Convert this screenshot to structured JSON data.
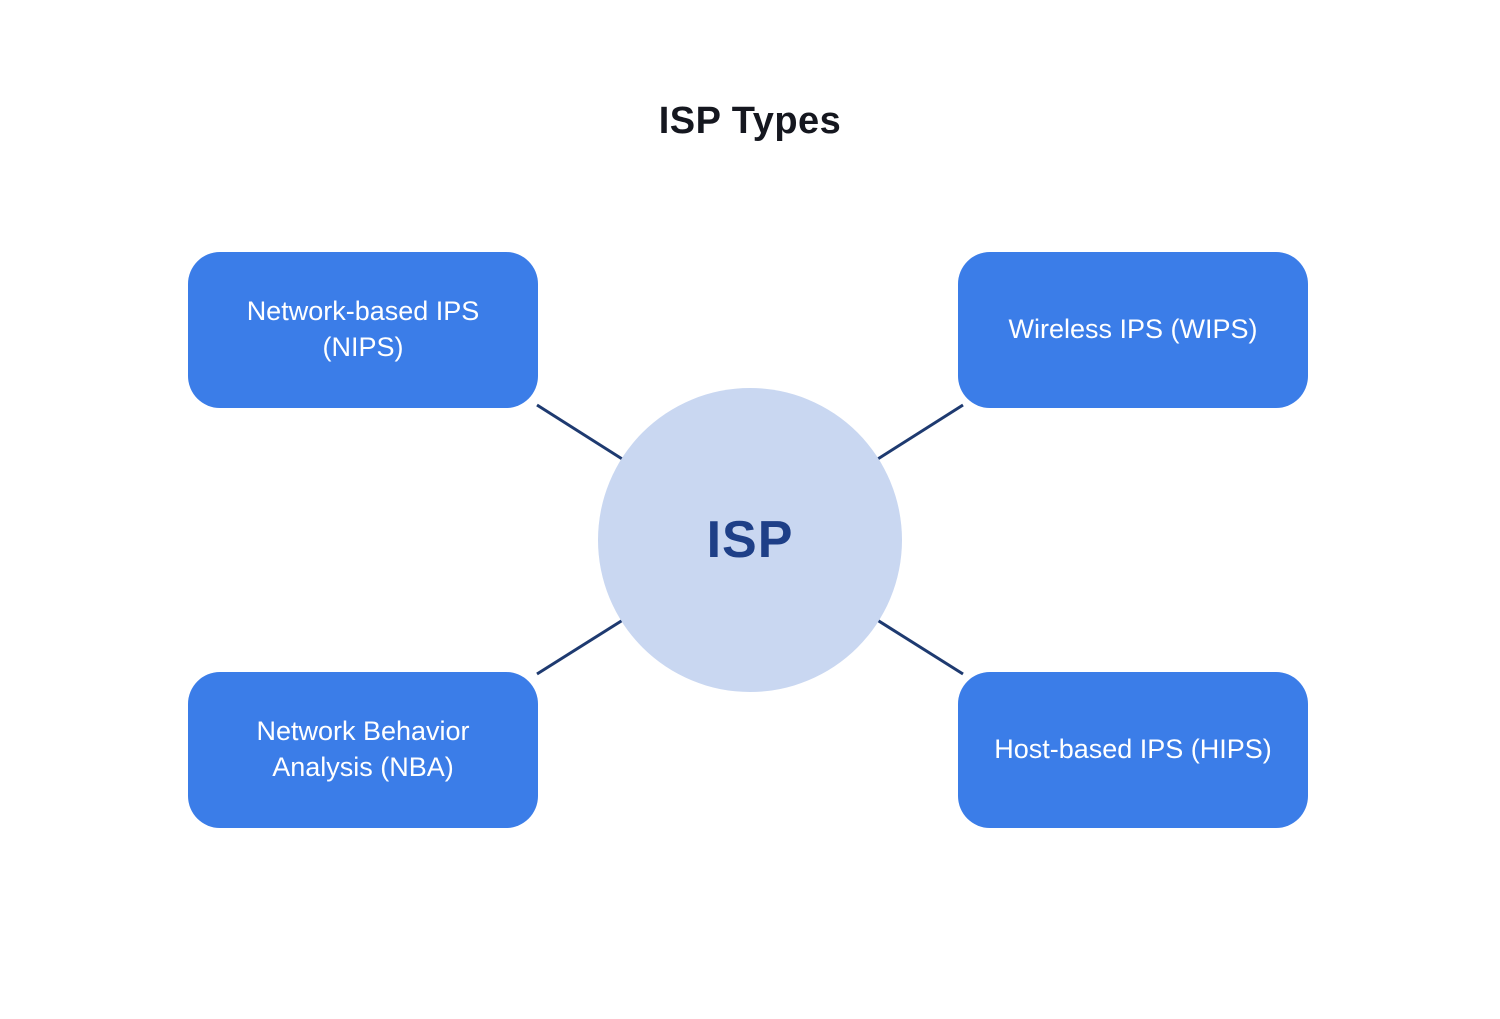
{
  "title": "ISP Types",
  "diagram": {
    "center": {
      "label": "ISP"
    },
    "nodes": [
      {
        "label": "Network-based IPS (NIPS)",
        "position": "top-left"
      },
      {
        "label": "Wireless IPS (WIPS)",
        "position": "top-right"
      },
      {
        "label": "Network Behavior Analysis (NBA)",
        "position": "bottom-left"
      },
      {
        "label": "Host-based IPS (HIPS)",
        "position": "bottom-right"
      }
    ],
    "connections": [
      {
        "from": "center",
        "to": "top-left"
      },
      {
        "from": "center",
        "to": "top-right"
      },
      {
        "from": "center",
        "to": "bottom-left"
      },
      {
        "from": "center",
        "to": "bottom-right"
      }
    ]
  },
  "colors": {
    "node-fill": "#3B7DE8",
    "node-text": "#FFFFFF",
    "center-fill": "#C9D7F1",
    "center-text": "#1E3F87",
    "connector": "#1E3A70",
    "title-text": "#15171F",
    "background": "#FFFFFF"
  }
}
